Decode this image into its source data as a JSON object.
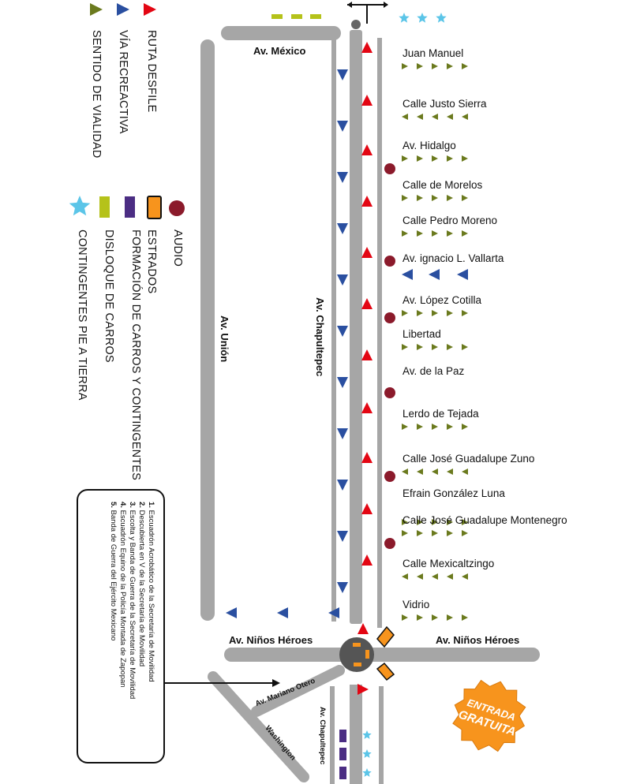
{
  "legend": {
    "route_items": [
      {
        "icon": "red-triangle-icon",
        "label": "RUTA DESFILE",
        "color": "#e30613"
      },
      {
        "icon": "blue-triangle-icon",
        "label": "VÍA RECREACTIVA",
        "color": "#2a4fa0"
      },
      {
        "icon": "olive-triangle-icon",
        "label": "SENTIDO DE VIALIDAD",
        "color": "#6b7a1e"
      }
    ],
    "symbol_items": [
      {
        "icon": "audio-circle-icon",
        "label": "AUDIO",
        "color": "#8b1a2b"
      },
      {
        "icon": "estrados-icon",
        "label": "ESTRADOS",
        "color": "#f7941d"
      },
      {
        "icon": "formation-bar-icon",
        "label": "FORMACIÓN DE CARROS Y CONTINGENTES",
        "color": "#4b2d83"
      },
      {
        "icon": "disloque-bar-icon",
        "label": "DISLOQUE DE CARROS",
        "color": "#b5c21a"
      },
      {
        "icon": "star-icon",
        "label": "CONTINGENTES PIE A TIERRA",
        "color": "#5bc5e8"
      }
    ]
  },
  "roads": {
    "mexico": "Av. México",
    "union": "Av. Unión",
    "chapultepec": "Av. Chapultepec",
    "ninos_heroes_left": "Av. Niños Héroes",
    "ninos_heroes_right": "Av. Niños Héroes",
    "mariano_otero": "Av. Mariano Otero",
    "washington": "Washington",
    "chapultepec_south": "Av. Chapultepec"
  },
  "streets": [
    "Juan Manuel",
    "Calle Justo Sierra",
    "Av. Hidalgo",
    "Calle de Morelos",
    "Calle Pedro Moreno",
    "Av. ignacio L. Vallarta",
    "Av. López Cotilla",
    "Libertad",
    "Av. de la Paz",
    "Lerdo de Tejada",
    "Calle José Guadalupe Zuno",
    "Efrain González Luna",
    "Calle José Guadalupe Montenegro",
    "Calle Mexicaltzingo",
    "Vidrio"
  ],
  "parade_order": [
    {
      "num": "1.",
      "text": "Escuadrón Acrobático de la Secretaría de Movilidad"
    },
    {
      "num": "2.",
      "text": "Descubierta en V de la Secretaría de Movilidad"
    },
    {
      "num": "3.",
      "text": "Escolta y Banda de Guerra de la Secretaría de Movilidad"
    },
    {
      "num": "4.",
      "text": "Escuadrón Equino de la Policía Montada de Zapopan"
    },
    {
      "num": "5.",
      "text": "Banda de Guerra del Ejército Mexicano"
    }
  ],
  "badge": {
    "line1": "ENTRADA",
    "line2": "GRATUITA",
    "color": "#f7941d"
  },
  "colors": {
    "road": "#a6a6a6",
    "parade": "#e30613",
    "recreativa": "#2a4fa0",
    "sentido": "#6b7a1e",
    "audio": "#8b1a2b",
    "estrados": "#f7941d",
    "formacion": "#4b2d83",
    "disloque": "#b5c21a",
    "star": "#5bc5e8"
  }
}
